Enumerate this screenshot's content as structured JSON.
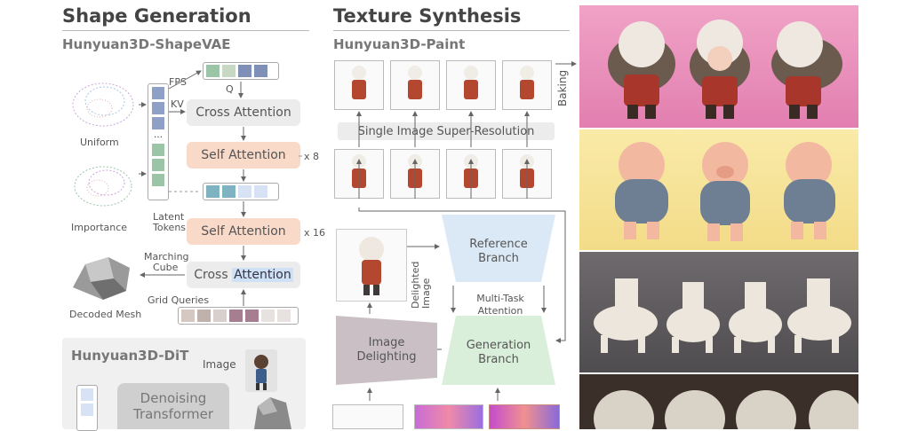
{
  "shape": {
    "title": "Shape Generation",
    "subtitle": "Hunyuan3D-ShapeVAE",
    "fps": "FPS",
    "kv": "KV",
    "q": "Q",
    "cross_attn_1": "Cross Attention",
    "self_attn_1": "Self Attention",
    "x8": "x 8",
    "self_attn_2": "Self Attention",
    "x16": "x 16",
    "cross_attn_2_a": "Cross ",
    "cross_attn_2_b": "Attention",
    "uniform": "Uniform",
    "importance": "Importance",
    "latent_1": "Latent",
    "latent_2": "Tokens",
    "marching_1": "Marching",
    "marching_2": "Cube",
    "grid_queries": "Grid Queries",
    "decoded_mesh": "Decoded Mesh",
    "dit_title": "Hunyuan3D-DiT",
    "image": "Image",
    "denoise_1": "Denoising",
    "denoise_2": "Transformer"
  },
  "texture": {
    "title": "Texture Synthesis",
    "subtitle": "Hunyuan3D-Paint",
    "sisr": "Single Image Super-Resolution",
    "baking": "Baking",
    "delighted": "Delighted\nImage",
    "ref_1": "Reference",
    "ref_2": "Branch",
    "mta_1": "Multi-Task",
    "mta_2": "Attention",
    "delight_1": "Image",
    "delight_2": "Delighting",
    "gen_1": "Generation",
    "gen_2": "Branch"
  },
  "colors": {
    "pink_bg": "#e589b5",
    "yellow_bg": "#f6e39a",
    "gray_bg": "#5d5a5e",
    "brown_bg": "#3b2f2a",
    "self_attn": "#f9d9c8",
    "cross_attn": "#ececec",
    "reference": "#dbe9f7",
    "generation": "#d9efda",
    "delighting": "#c9bfc4",
    "token_blue": "#7f8fb7",
    "token_green": "#9cc5a8",
    "token_teal": "#7fb3c2"
  }
}
